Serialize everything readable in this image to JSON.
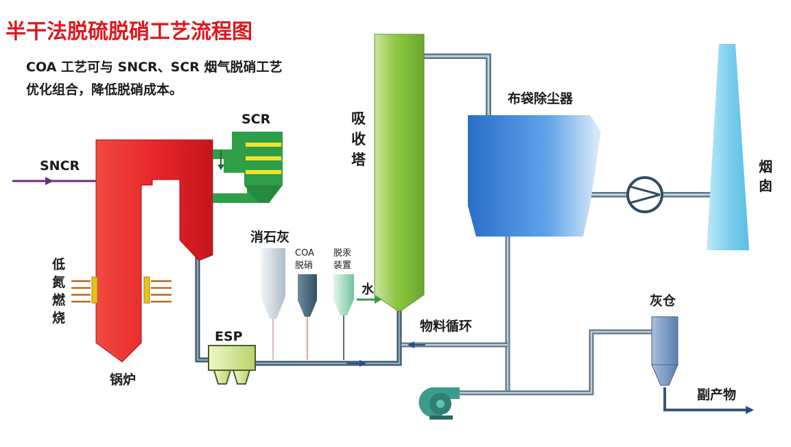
{
  "title": "半干法脱硫脱硝工艺流程图",
  "subtitle": {
    "line1": "COA 工艺可与 SNCR、SCR 烟气脱硝工艺",
    "line2": "优化组合，降低脱硝成本。"
  },
  "labels": {
    "sncr": "SNCR",
    "scr": "SCR",
    "low_nox": [
      "低",
      "氮",
      "燃",
      "烧"
    ],
    "boiler": "锅炉",
    "esp": "ESP",
    "lime": "消石灰",
    "coa": [
      "COA",
      "脱硝"
    ],
    "mercury": [
      "脱汞",
      "装置"
    ],
    "water": "水",
    "absorber": [
      "吸",
      "收",
      "塔"
    ],
    "baghouse": "布袋除尘器",
    "chimney": [
      "烟",
      "囱"
    ],
    "recycle": "物料循环",
    "ash_silo": "灰仓",
    "byproduct": "副产物"
  },
  "colors": {
    "title": "#e3141b",
    "boiler": "#e8262b",
    "scr": "#2e9e48",
    "scr_bands": "#f2e32b",
    "absorber": "#8cc63f",
    "baghouse": "#2f7fd4",
    "chimney": "#7fd0ee",
    "pipe": "#5d7688",
    "sncr_line": "#6b2a7e"
  }
}
